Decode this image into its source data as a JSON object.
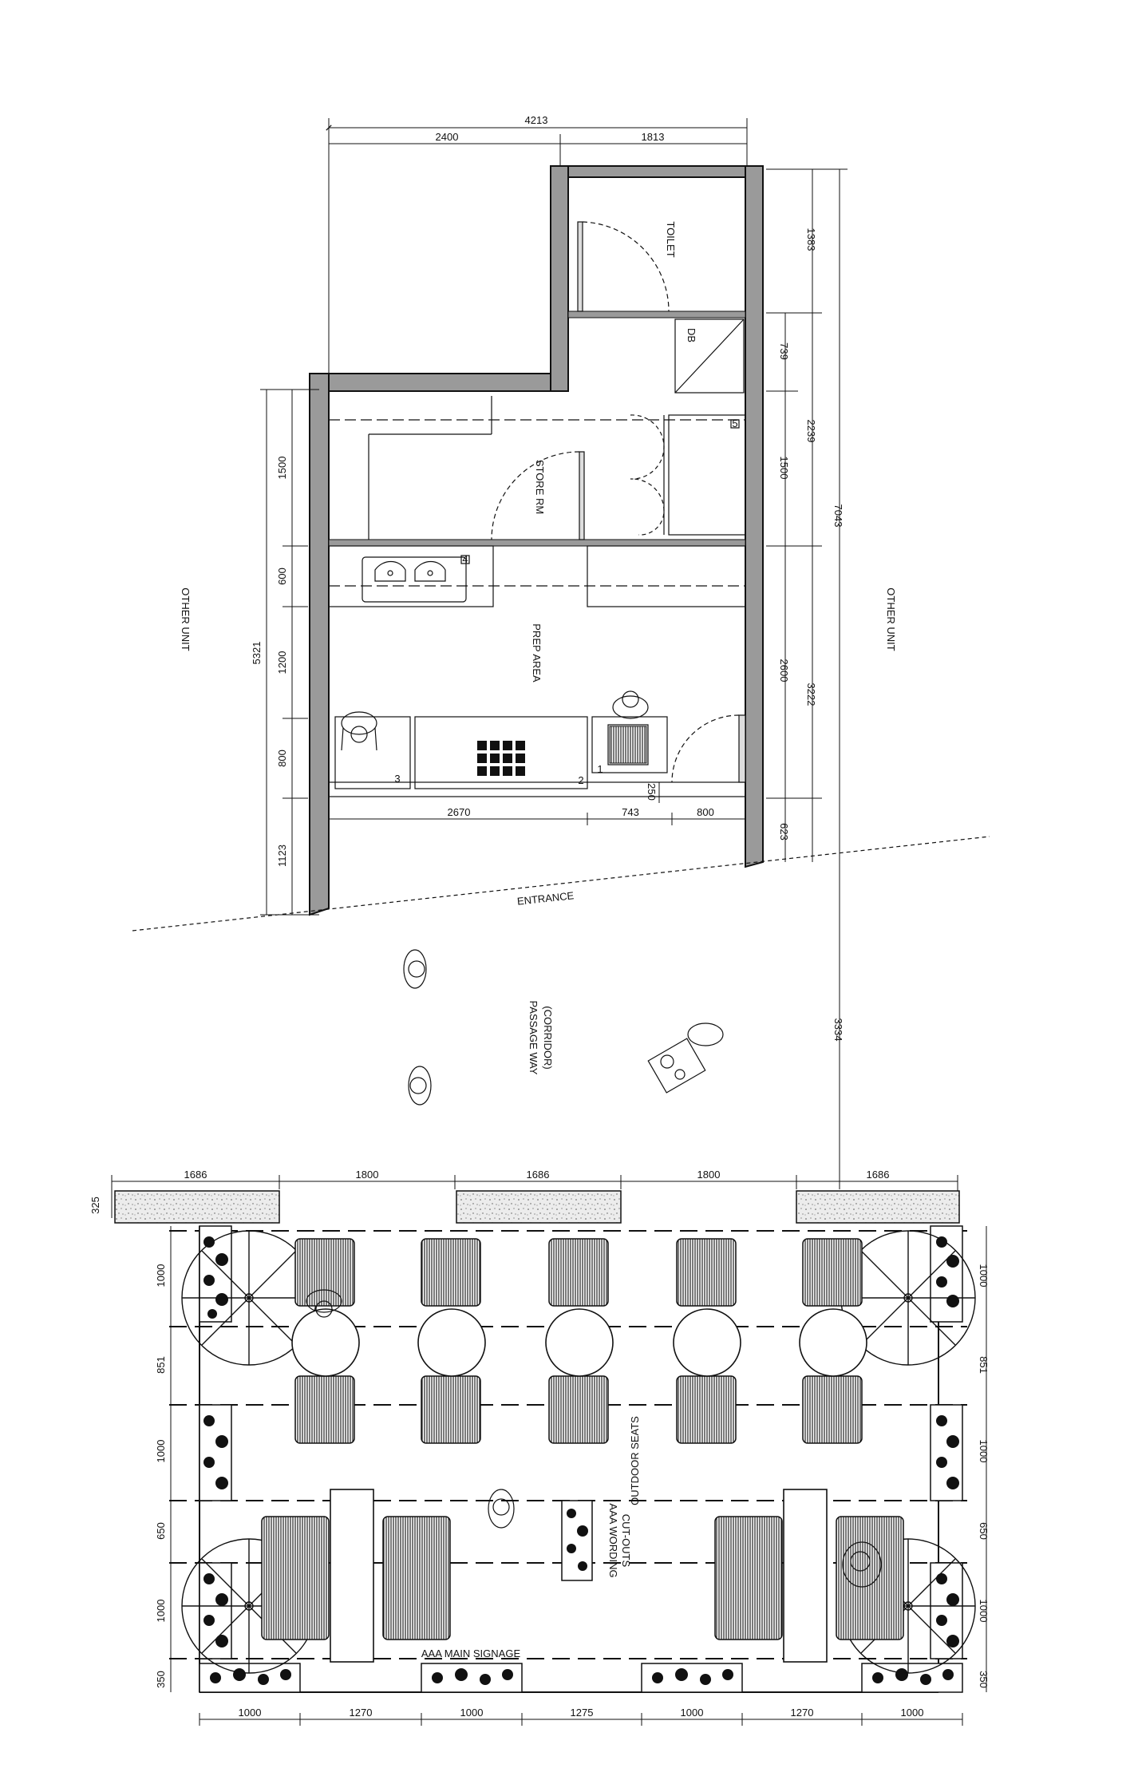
{
  "labels": {
    "toilet": "TOILET",
    "db": "DB",
    "store": "STORE RM",
    "prep": "PREP AREA",
    "other_left": "OTHER UNIT",
    "other_right": "OTHER UNIT",
    "entrance": "ENTRANCE",
    "passage": "PASSAGE WAY",
    "corridor": "(CORRIDOR)",
    "outdoor": "OUTDOOR SEATS",
    "wording1": "AAA WORDING",
    "wording2": "CUT-OUTS",
    "signage": "AAA MAIN SIGNAGE"
  },
  "tags": {
    "t1": "1",
    "t2": "2",
    "t3": "3",
    "t4": "4",
    "t5": "5"
  },
  "dims": {
    "top_total": "4213",
    "top_a": "2400",
    "top_b": "1813",
    "right_toilet": "1383",
    "right_739": "739",
    "right_1500": "1500",
    "right_2239": "2239",
    "right_2600": "2600",
    "right_3222": "3222",
    "right_623": "623",
    "right_7043": "7043",
    "right_3334": "3334",
    "left_1500": "1500",
    "left_600": "600",
    "left_1200": "1200",
    "left_800": "800",
    "left_1123": "1123",
    "left_5321": "5321",
    "bottom_2670": "2670",
    "bottom_743": "743",
    "bottom_800": "800",
    "gap_250": "250",
    "out_top_1": "1686",
    "out_top_2": "1800",
    "out_top_3": "1686",
    "out_top_4": "1800",
    "out_top_5": "1686",
    "out_325": "325",
    "out_l_1000a": "1000",
    "out_l_851": "851",
    "out_l_1000b": "1000",
    "out_l_650": "650",
    "out_l_1000c": "1000",
    "out_l_350": "350",
    "out_r_1000a": "1000",
    "out_r_851": "851",
    "out_r_1000b": "1000",
    "out_r_650": "650",
    "out_r_1000c": "1000",
    "out_r_350": "350",
    "out_b_1": "1000",
    "out_b_2": "1270",
    "out_b_3": "1000",
    "out_b_4": "1275",
    "out_b_5": "1000",
    "out_b_6": "1270",
    "out_b_7": "1000"
  },
  "colors": {
    "ink": "#111111",
    "wall_fill": "#9a9a9a",
    "paper": "#ffffff"
  }
}
